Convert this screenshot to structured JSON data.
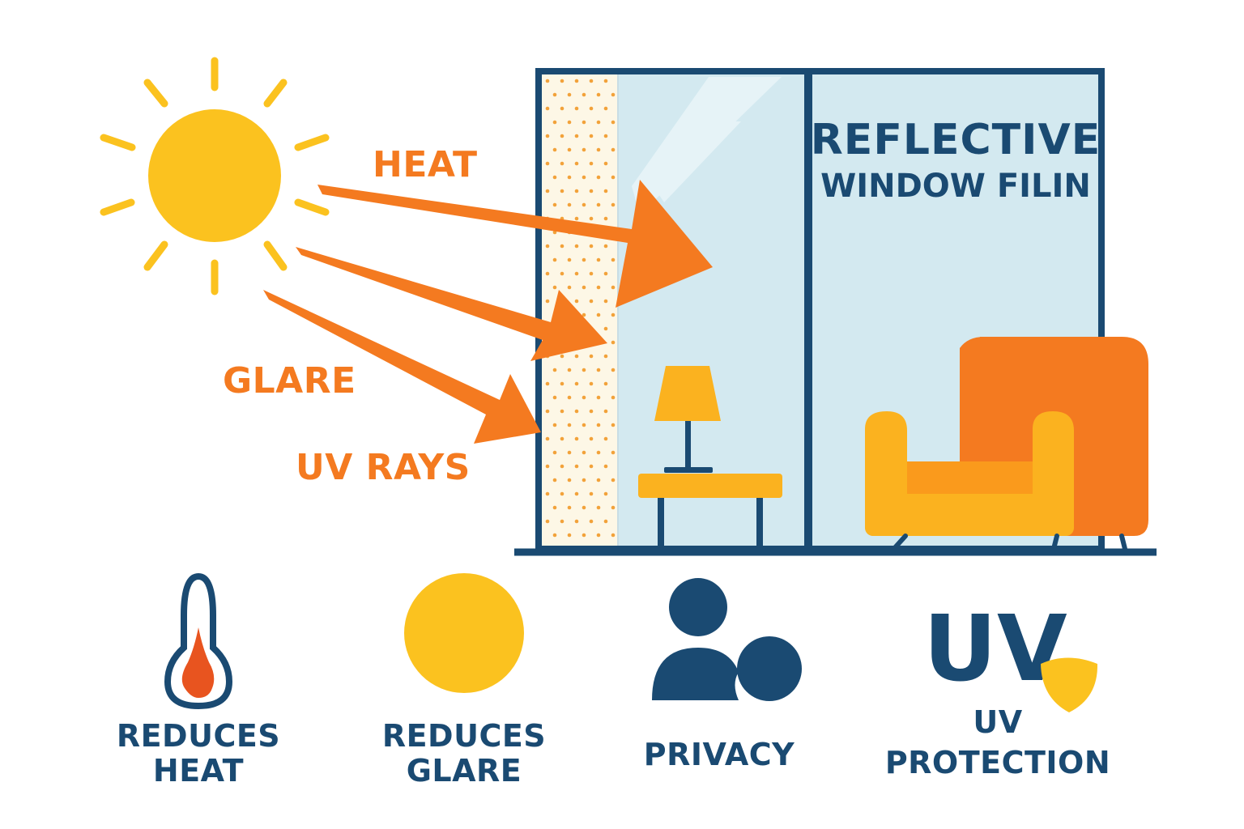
{
  "ray_labels": {
    "heat": "HEAT",
    "glare": "GLARE",
    "uv": "UV RAYS"
  },
  "window": {
    "title_line1": "REFLECTIVE",
    "title_line2": "WINDOW FILIN"
  },
  "benefits": [
    {
      "icon": "thermometer-icon",
      "line1": "REDUCES",
      "line2": "HEAT"
    },
    {
      "icon": "sun-disc-icon",
      "line1": "REDUCES",
      "line2": "GLARE"
    },
    {
      "icon": "people-icon",
      "line1": "PRIVACY",
      "line2": ""
    },
    {
      "icon": "uv-shield-icon",
      "line1": "UV",
      "line2": "PROTECTION",
      "glyph": "UV"
    }
  ],
  "colors": {
    "sun": "#fbc21f",
    "arrow": "#f47a20",
    "navy": "#1a4a72",
    "glass": "#d3e9f0",
    "film_dots": "#f2a23a",
    "chair": "#f47a20",
    "lamp": "#fbb21f"
  }
}
